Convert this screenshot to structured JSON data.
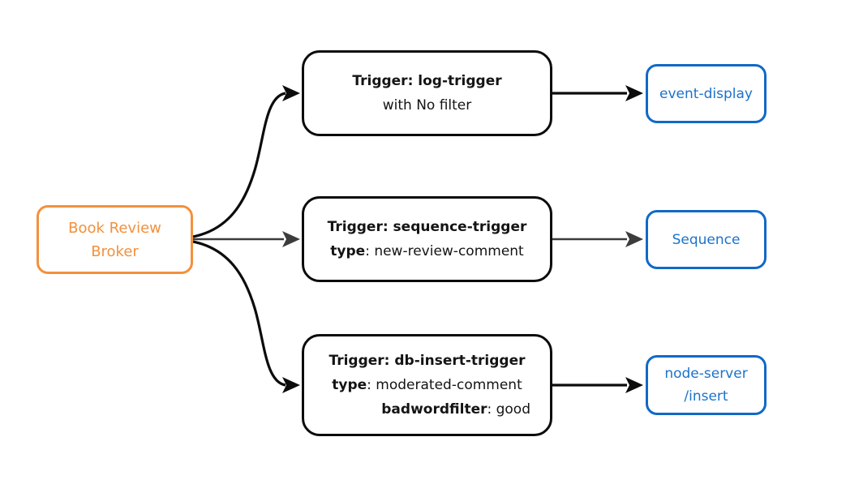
{
  "colors": {
    "orange": "#F2913D",
    "blue": "#1169C6",
    "blue-text": "#1B72CC",
    "ink": "#141414",
    "edge": "#0c0c0c",
    "edge-muted": "#3C3C3C",
    "bg": "#ffffff"
  },
  "broker": {
    "label": [
      "Book Review",
      "Broker"
    ]
  },
  "triggers": [
    {
      "title": "Trigger: log-trigger",
      "subtitle": "with No filter"
    },
    {
      "title": "Trigger: sequence-trigger",
      "attrs": [
        {
          "key": "type",
          "value": ": new-review-comment"
        }
      ]
    },
    {
      "title": "Trigger: db-insert-trigger",
      "attrs": [
        {
          "key": "type",
          "value": ": moderated-comment"
        },
        {
          "key": "badwordfilter",
          "value": ": good"
        }
      ]
    }
  ],
  "sinks": [
    {
      "label": [
        "event-display"
      ]
    },
    {
      "label": [
        "Sequence"
      ]
    },
    {
      "label": [
        "node-server",
        "/insert"
      ]
    }
  ]
}
